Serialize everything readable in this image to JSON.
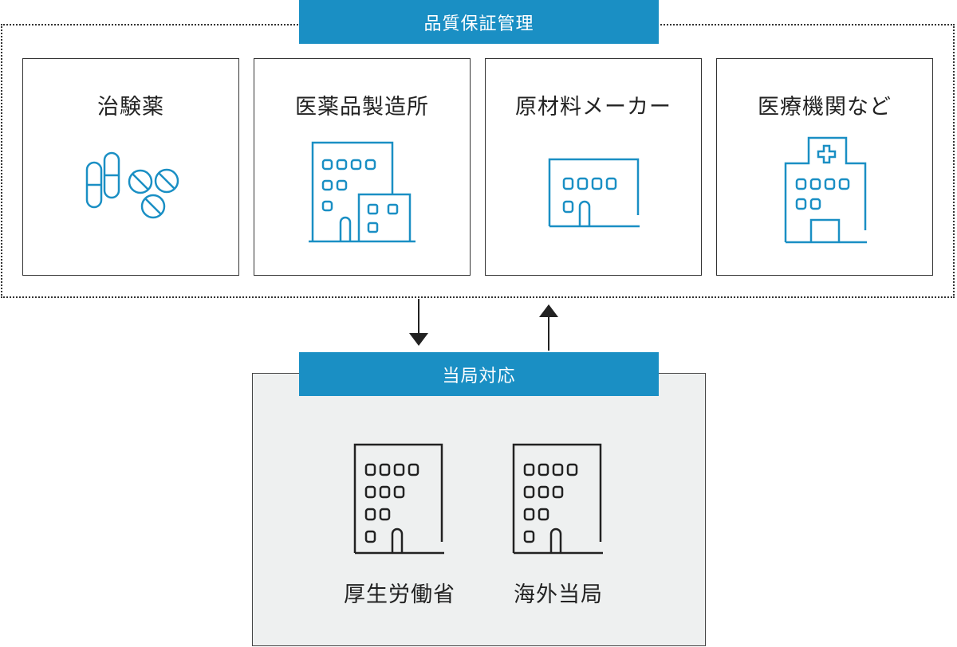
{
  "quality_assurance": {
    "title": "品質保証管理",
    "items": [
      {
        "label": "治験薬",
        "icon": "pills-icon"
      },
      {
        "label": "医薬品製造所",
        "icon": "factory-building-icon"
      },
      {
        "label": "原材料メーカー",
        "icon": "office-building-icon"
      },
      {
        "label": "医療機関など",
        "icon": "hospital-icon"
      }
    ]
  },
  "authority": {
    "title": "当局対応",
    "items": [
      {
        "label": "厚生労働省",
        "icon": "government-building-icon"
      },
      {
        "label": "海外当局",
        "icon": "government-building-icon"
      }
    ]
  },
  "colors": {
    "accent": "#1a8fc4",
    "icon_stroke": "#1a8fc4",
    "authority_bg": "#eef0f0"
  }
}
